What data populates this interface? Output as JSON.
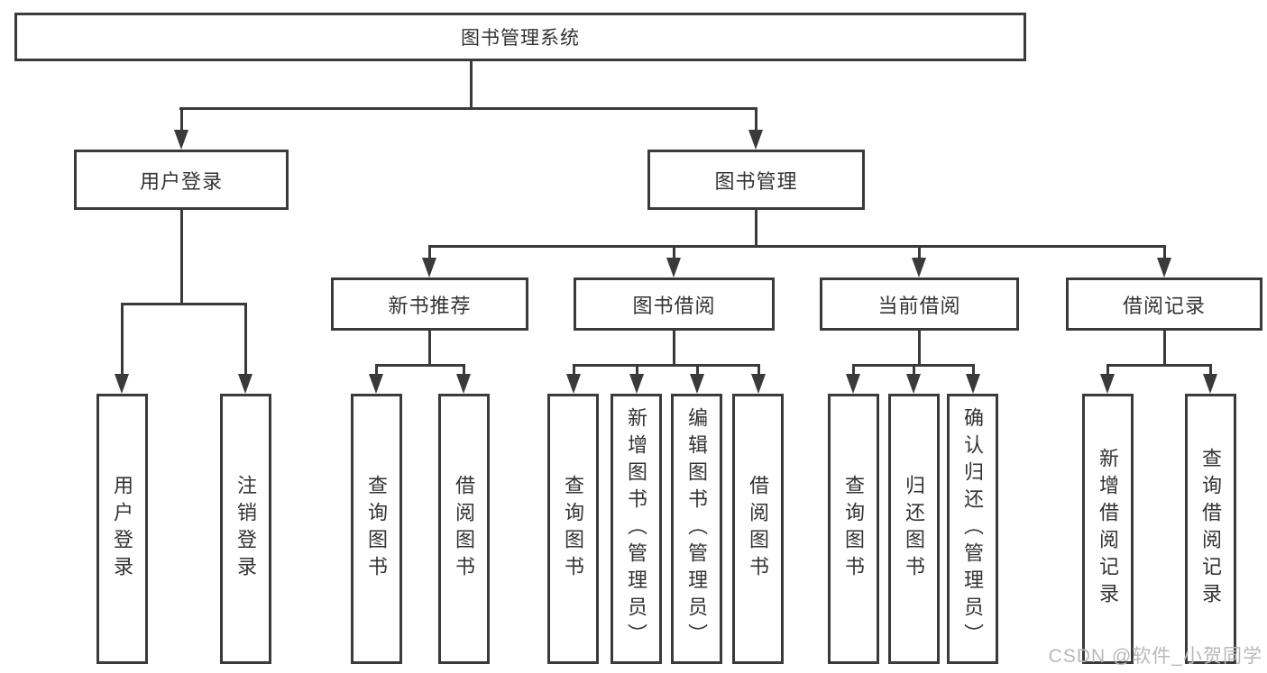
{
  "colors": {
    "line": "#3a3a3a",
    "text": "#333333",
    "box_bg": "#ffffff",
    "watermark": "#b9b9b9"
  },
  "tree": {
    "label": "图书管理系统",
    "children": [
      {
        "label": "用户登录",
        "children": [
          {
            "label": "用户登录"
          },
          {
            "label": "注销登录"
          }
        ]
      },
      {
        "label": "图书管理",
        "children": [
          {
            "label": "新书推荐",
            "children": [
              {
                "label": "查询图书"
              },
              {
                "label": "借阅图书"
              }
            ]
          },
          {
            "label": "图书借阅",
            "children": [
              {
                "label": "查询图书"
              },
              {
                "label": "新增图书（管理员）"
              },
              {
                "label": "编辑图书（管理员）"
              },
              {
                "label": "借阅图书"
              }
            ]
          },
          {
            "label": "当前借阅",
            "children": [
              {
                "label": "查询图书"
              },
              {
                "label": "归还图书"
              },
              {
                "label": "确认归还（管理员）"
              }
            ]
          },
          {
            "label": "借阅记录",
            "children": [
              {
                "label": "新增借阅记录"
              },
              {
                "label": "查询借阅记录"
              }
            ]
          }
        ]
      }
    ]
  },
  "watermark": {
    "text": "CSDN @软件_小贺同学"
  }
}
